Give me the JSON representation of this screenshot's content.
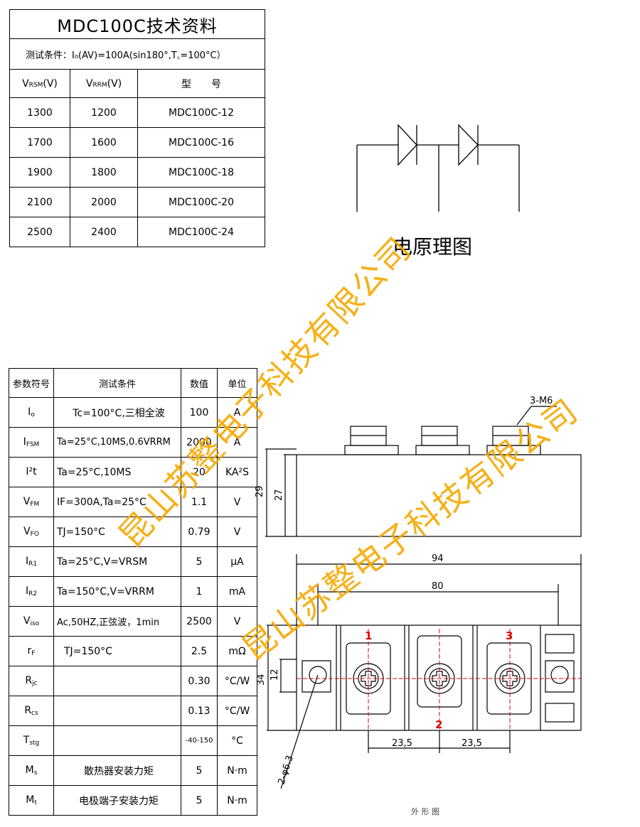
{
  "spec": {
    "title": "MDC100C技术资料",
    "condition": "测试条件：I₀(AV)=100A(sin180°,T꜀=100°C）",
    "headers": [
      "V_RSM(V)",
      "V_RRM(V)",
      "型     号"
    ],
    "header_vrsm": "V",
    "header_vrsm_sub": "RSM",
    "header_vrsm_tail": "(V)",
    "header_vrrm": "V",
    "header_vrrm_sub": "RRM",
    "header_vrrm_tail": "(V)",
    "header_model": "型　　号",
    "rows": [
      {
        "vrsm": "1300",
        "vrrm": "1200",
        "model": "MDC100C-12"
      },
      {
        "vrsm": "1700",
        "vrrm": "1600",
        "model": "MDC100C-16"
      },
      {
        "vrsm": "1900",
        "vrrm": "1800",
        "model": "MDC100C-18"
      },
      {
        "vrsm": "2100",
        "vrrm": "2000",
        "model": "MDC100C-20"
      },
      {
        "vrsm": "2500",
        "vrrm": "2400",
        "model": "MDC100C-24"
      }
    ]
  },
  "circuit": {
    "caption": "电原理图"
  },
  "params": {
    "headers": {
      "symbol": "参数符号",
      "condition": "测试条件",
      "value": "数值",
      "unit": "单位"
    },
    "rows": [
      {
        "sym": "I",
        "sub": "o",
        "cond": "Tc=100°C,三相全波",
        "value": "100",
        "unit": "A"
      },
      {
        "sym": "I",
        "sub": "FSM",
        "cond": "Ta=25°C,10MS,0.6VRRM",
        "value": "2000",
        "unit": "A"
      },
      {
        "sym": "I²t",
        "sub": "",
        "cond": "Ta=25°C,10MS",
        "value": "20",
        "unit": "KA²S"
      },
      {
        "sym": "V",
        "sub": "FM",
        "cond": "IF=300A,Ta=25°C",
        "value": "1.1",
        "unit": "V"
      },
      {
        "sym": "V",
        "sub": "FO",
        "cond": "TJ=150°C",
        "value": "0.79",
        "unit": "V"
      },
      {
        "sym": "I",
        "sub": "R1",
        "cond": "Ta=25°C,V=VRSM",
        "value": "5",
        "unit": "μA"
      },
      {
        "sym": "I",
        "sub": "R2",
        "cond": "Ta=150°C,V=VRRM",
        "value": "1",
        "unit": "mA"
      },
      {
        "sym": "V",
        "sub": "iso",
        "cond": "Ac,50HZ,正弦波，1min",
        "value": "2500",
        "unit": "V"
      },
      {
        "sym": "r",
        "sub": "F",
        "cond": "TJ=150°C",
        "value": "2.5",
        "unit": "mΩ"
      },
      {
        "sym": "R",
        "sub": "jc",
        "cond": "",
        "value": "0.30",
        "unit": "°C/W"
      },
      {
        "sym": "R",
        "sub": "cs",
        "cond": "",
        "value": "0.13",
        "unit": "°C/W"
      },
      {
        "sym": "T",
        "sub": "stg",
        "cond": "",
        "value": "-40-150",
        "unit": "°C"
      },
      {
        "sym": "M",
        "sub": "s",
        "cond": "散热器安装力矩",
        "value": "5",
        "unit": "N·m"
      },
      {
        "sym": "M",
        "sub": "t",
        "cond": "电极端子安装力矩",
        "value": "5",
        "unit": "N·m"
      }
    ]
  },
  "drawing": {
    "screw_label": "3-M6",
    "dim_29": "29",
    "dim_27": "27",
    "dim_94": "94",
    "dim_80": "80",
    "dim_34": "34",
    "dim_12": "12",
    "dim_235a": "23,5",
    "dim_235b": "23,5",
    "hole_label": "2-φ6.3",
    "terminal_1": "1",
    "terminal_2": "2",
    "terminal_3": "3",
    "bottom_caption": "外  形  图"
  },
  "watermark": {
    "line1": "昆山苏整电子科技有限公司",
    "line2": "昆山苏整电子科技有限公司",
    "color": "#f6a800"
  }
}
